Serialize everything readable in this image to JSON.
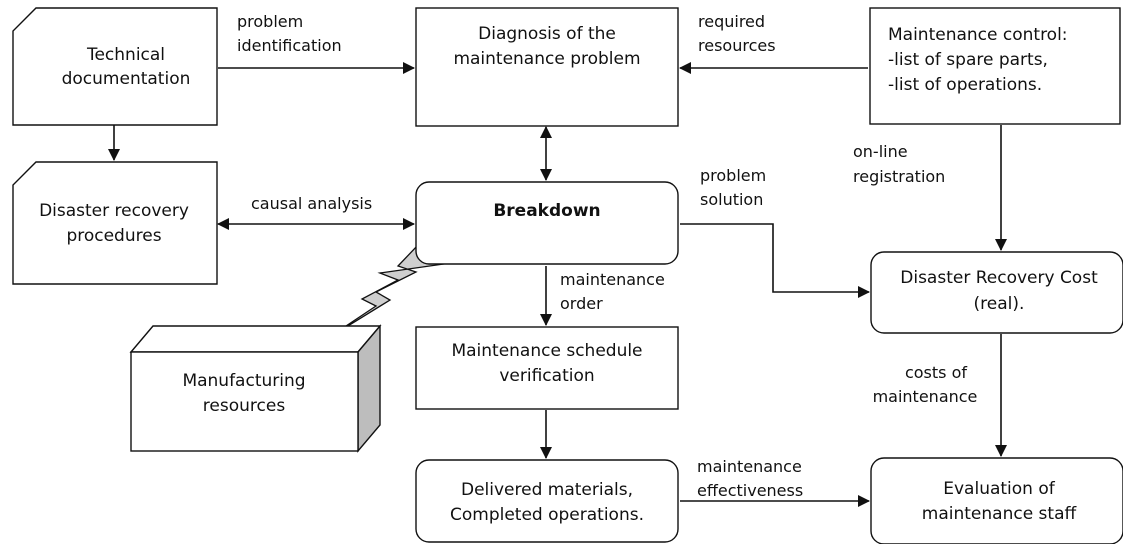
{
  "nodes": {
    "technical_documentation": [
      "Technical",
      "documentation"
    ],
    "disaster_recovery_procedures": [
      "Disaster recovery",
      "procedures"
    ],
    "diagnosis": [
      "Diagnosis of the",
      "maintenance problem"
    ],
    "maintenance_control": [
      "Maintenance control:",
      "-list of spare parts,",
      "-list of operations."
    ],
    "breakdown": [
      "Breakdown"
    ],
    "manufacturing_resources": [
      "Manufacturing",
      "resources"
    ],
    "schedule_verification": [
      "Maintenance schedule",
      "verification"
    ],
    "delivered_materials": [
      "Delivered materials,",
      "Completed operations."
    ],
    "disaster_recovery_cost": [
      "Disaster Recovery Cost",
      "(real)."
    ],
    "evaluation": [
      "Evaluation of",
      "maintenance staff"
    ]
  },
  "labels": {
    "problem_identification": [
      "problem",
      "identification"
    ],
    "required_resources": [
      "required",
      "resources"
    ],
    "causal_analysis": [
      "causal analysis"
    ],
    "online_registration": [
      "on-line",
      "registration"
    ],
    "problem_solution": [
      "problem",
      "solution"
    ],
    "maintenance_order": [
      "maintenance",
      "order"
    ],
    "costs_of_maintenance": [
      "costs of",
      "maintenance"
    ],
    "maintenance_effectiveness": [
      "maintenance",
      "effectiveness"
    ]
  }
}
